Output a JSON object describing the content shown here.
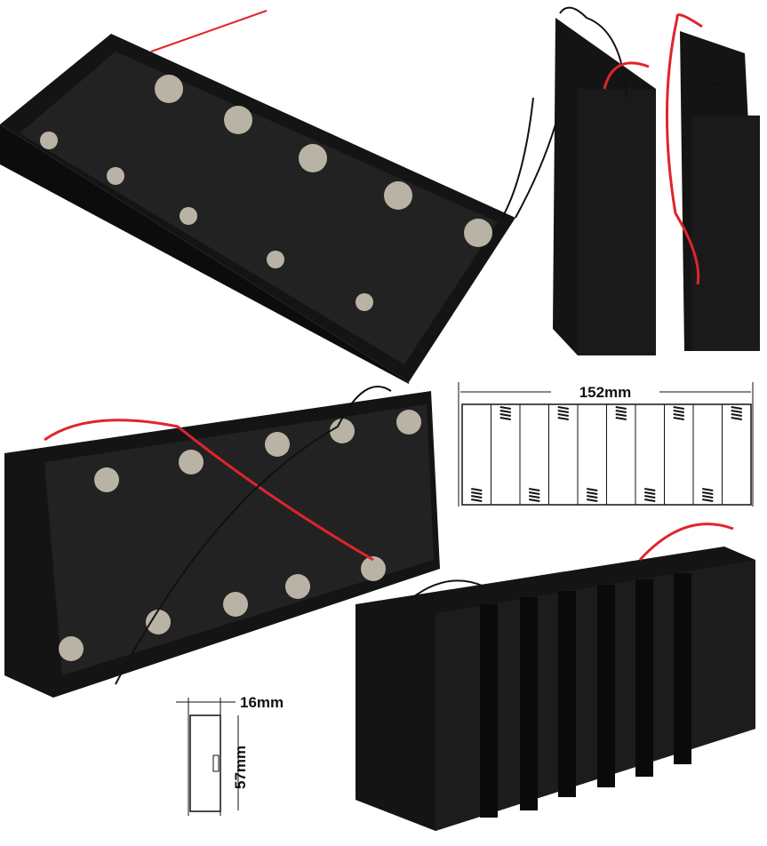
{
  "colors": {
    "body": "#141414",
    "highlight": "#3a3a3a",
    "spring": "#b9b3a6",
    "wire_red": "#e0242c",
    "wire_black": "#111111"
  },
  "dimensions": {
    "length_label": "152mm",
    "width_label": "16mm",
    "height_label": "57mm"
  },
  "holder": {
    "cell_count": 10
  }
}
